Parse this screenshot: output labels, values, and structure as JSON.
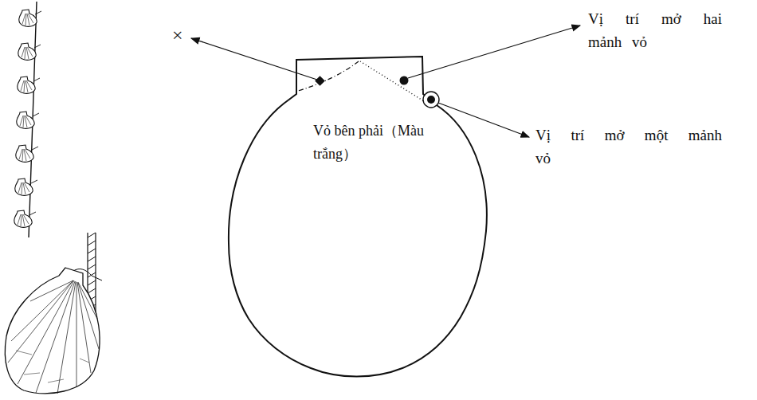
{
  "diagram": {
    "labels": [
      "×",
      "Vị trí mở hai mảnh vỏ",
      "Vỏ bên phải（Màu trắng）",
      "Vị trí mở một mảnh vỏ"
    ]
  }
}
